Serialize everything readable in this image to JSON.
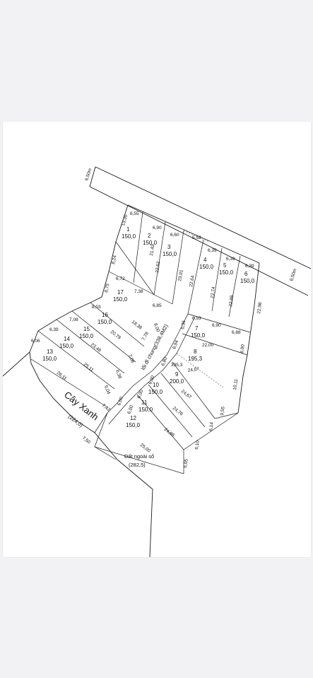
{
  "road": {
    "width_top": "6,50m",
    "width_right": "6,50m"
  },
  "lots": [
    {
      "id": "1",
      "area": "150,0"
    },
    {
      "id": "2",
      "area": "150,0"
    },
    {
      "id": "3",
      "area": "150,0"
    },
    {
      "id": "4",
      "area": "150,0"
    },
    {
      "id": "5",
      "area": "150,0"
    },
    {
      "id": "6",
      "area": "150,0"
    },
    {
      "id": "7",
      "area": "150,0"
    },
    {
      "id": "8",
      "area": "195,3"
    },
    {
      "id": "9",
      "area": "200,0"
    },
    {
      "id": "10",
      "area": "150,0"
    },
    {
      "id": "11",
      "area": "150,0"
    },
    {
      "id": "12",
      "area": "150,0"
    },
    {
      "id": "13",
      "area": "150,0"
    },
    {
      "id": "14",
      "area": "150,0"
    },
    {
      "id": "15",
      "area": "150,0"
    },
    {
      "id": "16",
      "area": "150,0"
    },
    {
      "id": "17",
      "area": "150,0"
    }
  ],
  "green_area": {
    "label": "Cây Xanh",
    "area": "(224,0)"
  },
  "outside_land": {
    "label": "Đất ngoài sổ",
    "area": "(282,5)"
  },
  "common_road": {
    "label": "lối đi chung(338,4M2)"
  },
  "lot_89_total": "395,3",
  "dims": {
    "d1": "6,55",
    "d2": "13,30",
    "d3": "6,90",
    "d4": "6,60",
    "d5": "5,58",
    "d6": "21,42",
    "d7": "22,62",
    "d8": "23,91",
    "d9": "22,64",
    "d10": "8,24",
    "d11": "6,39",
    "d12": "6,39",
    "d13": "6,39",
    "d14": "22,74",
    "d15": "22,88",
    "d16": "22,98",
    "d17": "6,72",
    "d18": "8,75",
    "d19": "7,38",
    "d20": "6,85",
    "d21": "8,03",
    "d22": "18,38",
    "d23": "8,00",
    "d24": "7,08",
    "d25": "20,79",
    "d26": "7,78",
    "d27": "6,39",
    "d28": "23,48",
    "d29": "7,06",
    "d30": "6,06",
    "d31": "25,11",
    "d32": "6,38",
    "d33": "6,04",
    "d34": "26,11",
    "d35": "7,42",
    "d36": "6,00",
    "d37": "7,50",
    "d38": "6,93",
    "d39": "6,90",
    "d40": "6,88",
    "d41": "6,36",
    "d42": "6,94",
    "d43": "22,00",
    "d44": "8,00",
    "d45": "6,80",
    "d46": "24,07",
    "d47": "10,11",
    "d48": "6,00",
    "d49": "24,67",
    "d50": "9,55",
    "d51": "6,00",
    "d52": "24,76",
    "d53": "6,14",
    "d54": "6,00",
    "d55": "24,88",
    "d56": "6,10",
    "d57": "25,00",
    "d58": "6,05"
  }
}
